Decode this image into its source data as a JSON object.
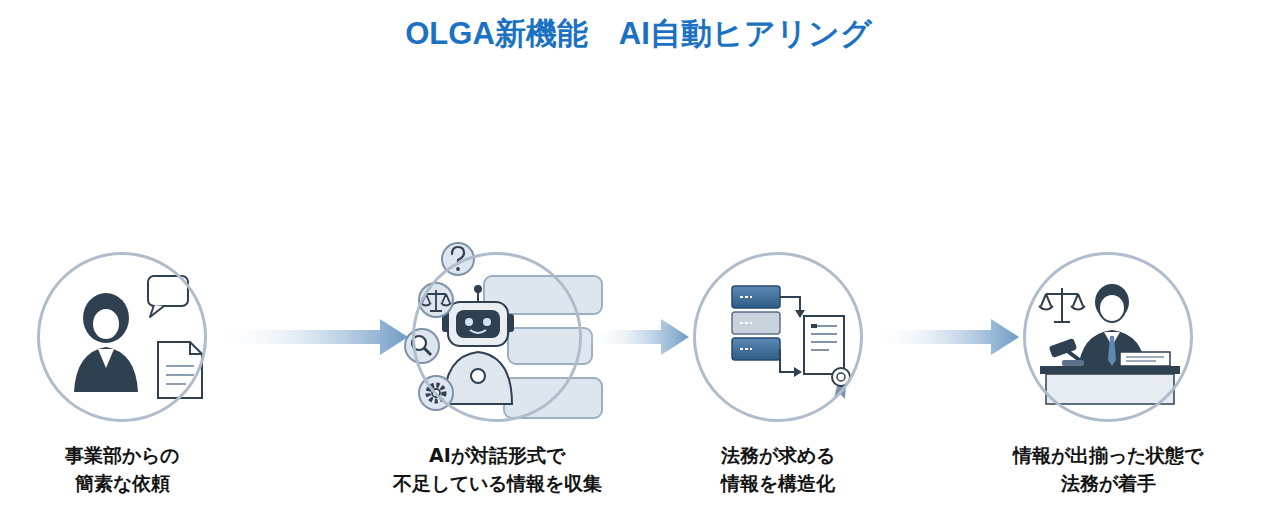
{
  "diagram": {
    "title": "OLGA新機能　AI自動ヒアリング",
    "nodes": [
      {
        "text": [
          "事業部からの 簡素な依頼"
        ]
      },
      {
        "text": [
          "AIが対話形式で 不足している情報を収集"
        ]
      },
      {
        "text": [
          "法務が求める 情報を構造化"
        ]
      },
      {
        "text": [
          "情報が出揃った状態で 法務が着手"
        ]
      }
    ],
    "edges": [
      {
        "from": 0,
        "to": 1,
        "arrow": "to"
      },
      {
        "from": 1,
        "to": 2,
        "arrow": "to"
      },
      {
        "from": 2,
        "to": 3,
        "arrow": "to"
      }
    ]
  }
}
